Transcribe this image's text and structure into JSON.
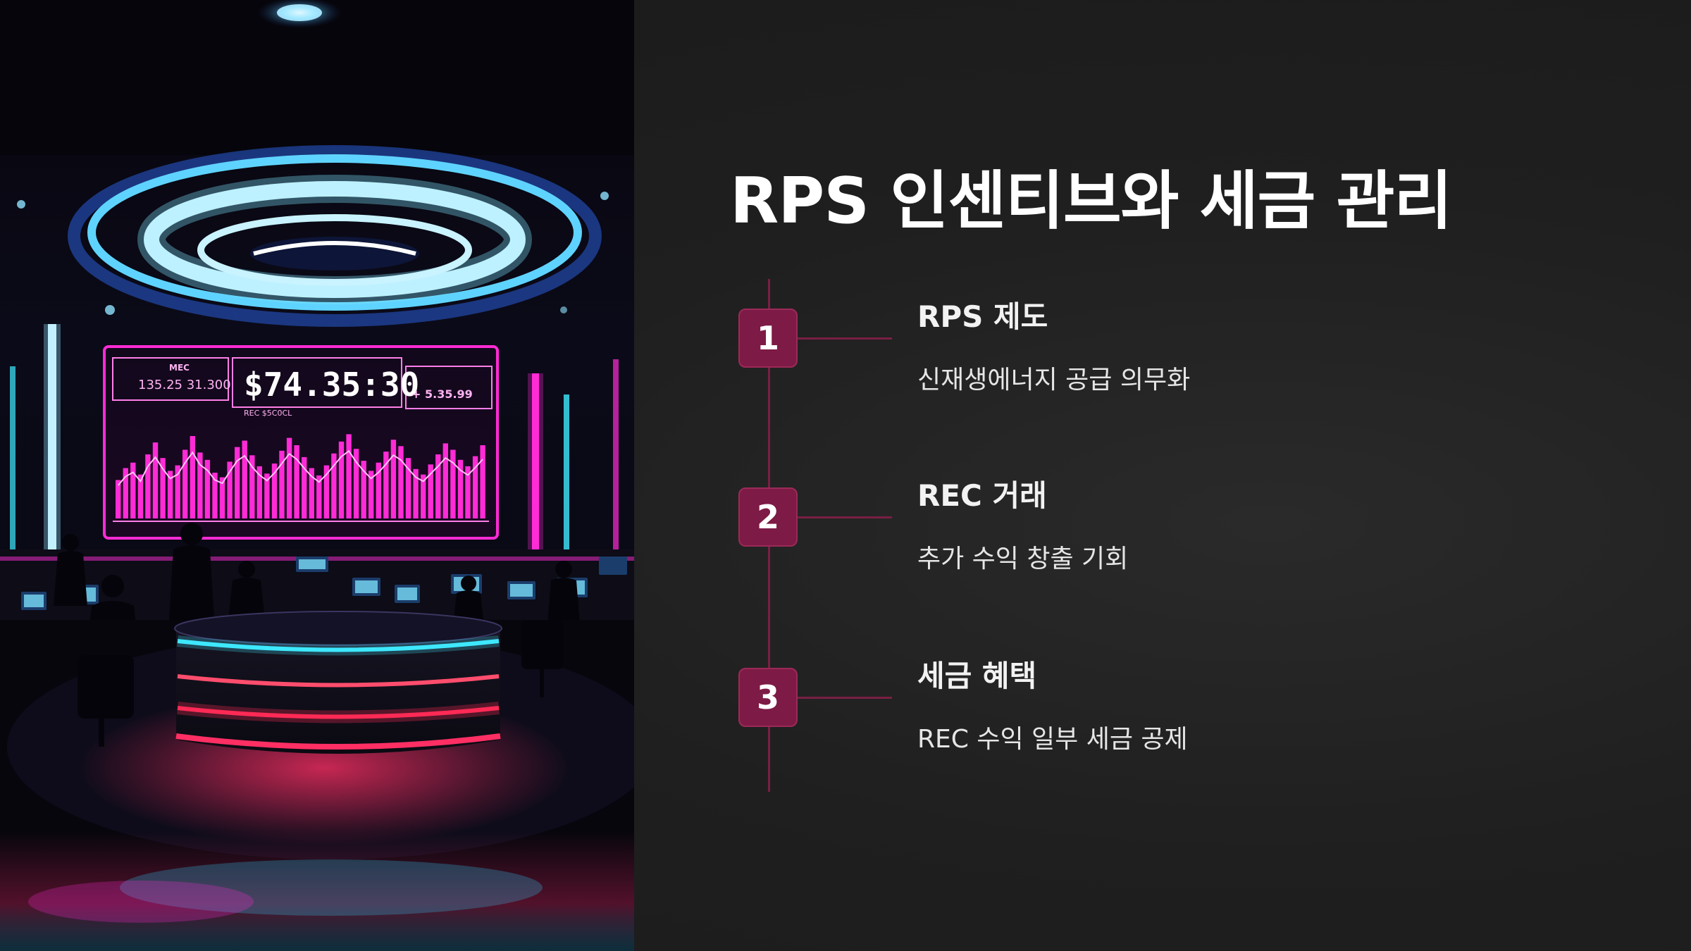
{
  "slide": {
    "title": "RPS 인센티브와 세금 관리",
    "steps": [
      {
        "number": "1",
        "title": "RPS 제도",
        "description": "신재생에너지 공급 의무화"
      },
      {
        "number": "2",
        "title": "REC 거래",
        "description": "추가 수익 창출 기회"
      },
      {
        "number": "3",
        "title": "세금 혜택",
        "description": "REC 수익 일부 세금 공제"
      }
    ]
  },
  "illustration": {
    "screen_label_left_top": "MEC",
    "screen_label_left_value": "135.25 31.300",
    "screen_big_value": "$74.35:30",
    "screen_right_value": "+ 5.35.99",
    "screen_subtitle": "REC $5C0CL",
    "bars": [
      42,
      55,
      61,
      48,
      70,
      83,
      66,
      52,
      58,
      75,
      90,
      72,
      64,
      50,
      45,
      62,
      78,
      85,
      69,
      57,
      49,
      60,
      74,
      88,
      80,
      67,
      55,
      47,
      58,
      71,
      84,
      92,
      76,
      63,
      52,
      61,
      73,
      86,
      79,
      66,
      54,
      48,
      59,
      70,
      82,
      75,
      64,
      57,
      68,
      80
    ],
    "colors": {
      "neon_pink": "#ff2bd6",
      "neon_cyan": "#3ee8ff",
      "neon_blue": "#3d8bff",
      "neon_red": "#ff2a55"
    }
  },
  "theme": {
    "accent": "#7d1a45",
    "line": "#7a1f43",
    "background": "#1f1f1f"
  }
}
